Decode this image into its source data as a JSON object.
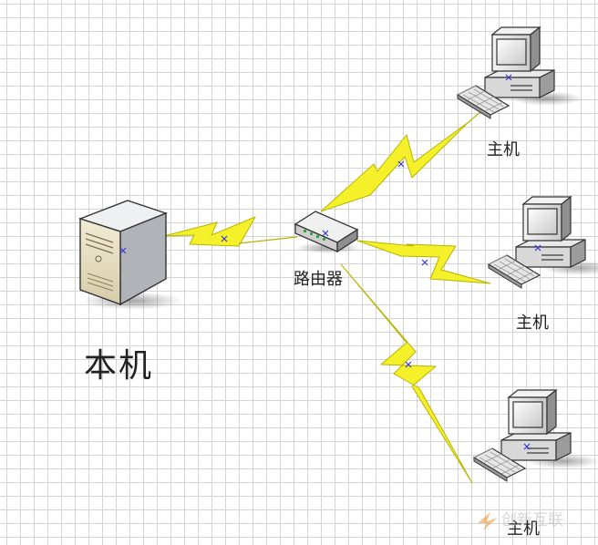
{
  "nodes": {
    "server": {
      "label": "本机",
      "icon": "server-tower-icon"
    },
    "router": {
      "label": "路由器",
      "icon": "router-icon"
    },
    "hosts": [
      {
        "label": "主机",
        "icon": "desktop-computer-icon"
      },
      {
        "label": "主机",
        "icon": "desktop-computer-icon"
      },
      {
        "label": "主机",
        "icon": "desktop-computer-icon"
      }
    ]
  },
  "links": [
    {
      "from": "server",
      "to": "router",
      "type": "wireless"
    },
    {
      "from": "router",
      "to": "host-1",
      "type": "wireless"
    },
    {
      "from": "router",
      "to": "host-2",
      "type": "wireless"
    },
    {
      "from": "router",
      "to": "host-3",
      "type": "wireless"
    }
  ],
  "watermark": {
    "text": "创新互联",
    "icon": "brand-logo-icon"
  },
  "colors": {
    "bolt_fill": "#f4f02a",
    "bolt_stroke": "#b9b300",
    "grid": "#d4d4d4",
    "marker": "#3a3ad8"
  }
}
